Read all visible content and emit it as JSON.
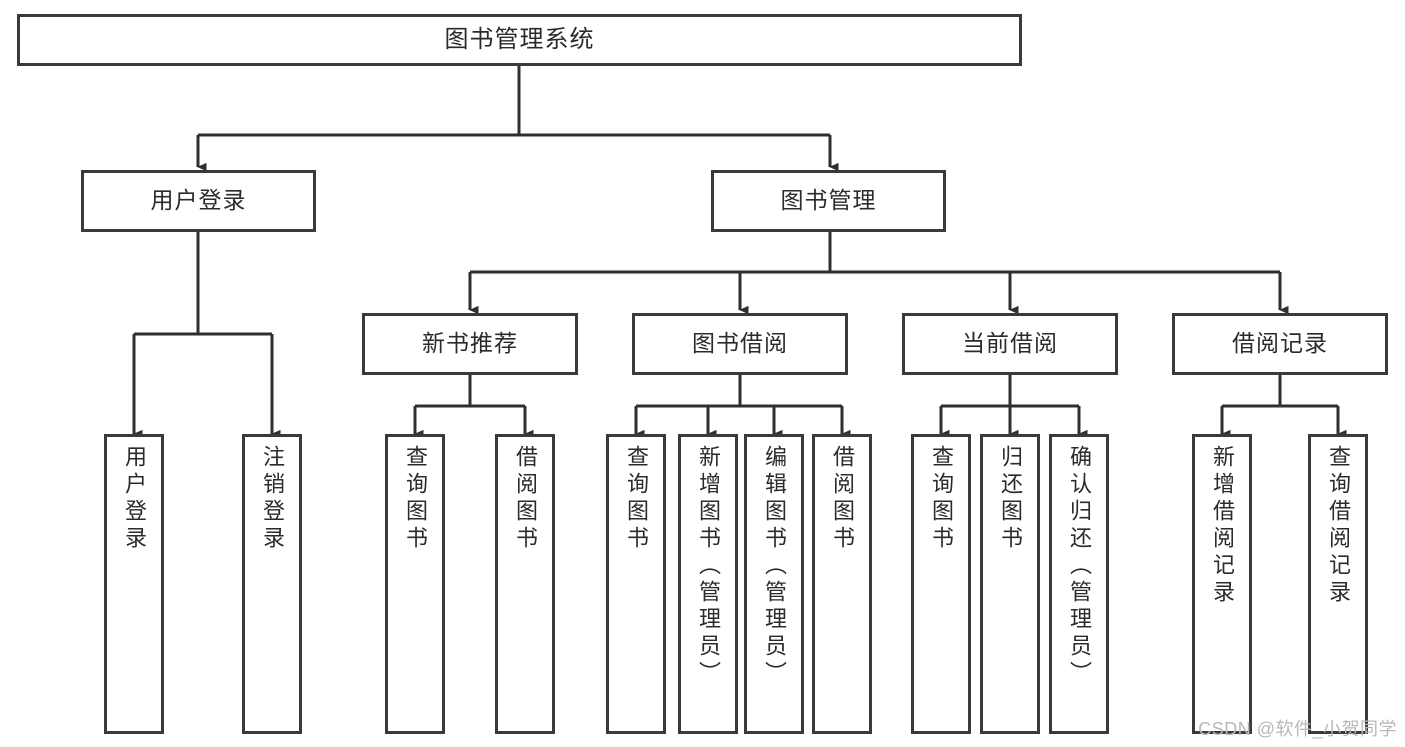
{
  "diagram": {
    "title": "图书管理系统",
    "type": "tree-hierarchy-chart",
    "colors": {
      "box_border": "#3a3a3a",
      "box_fill": "#ffffff",
      "connector": "#2f2f2f",
      "text": "#2b2b2b",
      "watermark": "#b8b8b8"
    },
    "root": {
      "id": "root",
      "label": "图书管理系统"
    },
    "level2": [
      {
        "id": "user-login",
        "label": "用户登录"
      },
      {
        "id": "book-management",
        "label": "图书管理"
      }
    ],
    "level3": [
      {
        "id": "new-book-recommend",
        "label": "新书推荐"
      },
      {
        "id": "book-borrow",
        "label": "图书借阅"
      },
      {
        "id": "current-borrow",
        "label": "当前借阅"
      },
      {
        "id": "borrow-record",
        "label": "借阅记录"
      }
    ],
    "leaves": {
      "user_login": [
        {
          "id": "leaf-user-login",
          "label": "用户登录"
        },
        {
          "id": "leaf-logout",
          "label": "注销登录"
        }
      ],
      "new_book_recommend": [
        {
          "id": "leaf-query-book-1",
          "label": "查询图书"
        },
        {
          "id": "leaf-borrow-book-1",
          "label": "借阅图书"
        }
      ],
      "book_borrow": [
        {
          "id": "leaf-query-book-2",
          "label": "查询图书"
        },
        {
          "id": "leaf-add-book",
          "label": "新增图书（管理员）"
        },
        {
          "id": "leaf-edit-book",
          "label": "编辑图书（管理员）"
        },
        {
          "id": "leaf-borrow-book-2",
          "label": "借阅图书"
        }
      ],
      "current_borrow": [
        {
          "id": "leaf-query-book-3",
          "label": "查询图书"
        },
        {
          "id": "leaf-return-book",
          "label": "归还图书"
        },
        {
          "id": "leaf-confirm-return",
          "label": "确认归还（管理员）"
        }
      ],
      "borrow_record": [
        {
          "id": "leaf-add-record",
          "label": "新增借阅记录"
        },
        {
          "id": "leaf-query-record",
          "label": "查询借阅记录"
        }
      ]
    }
  },
  "watermark": {
    "text": "CSDN @软件_小贺同学"
  }
}
